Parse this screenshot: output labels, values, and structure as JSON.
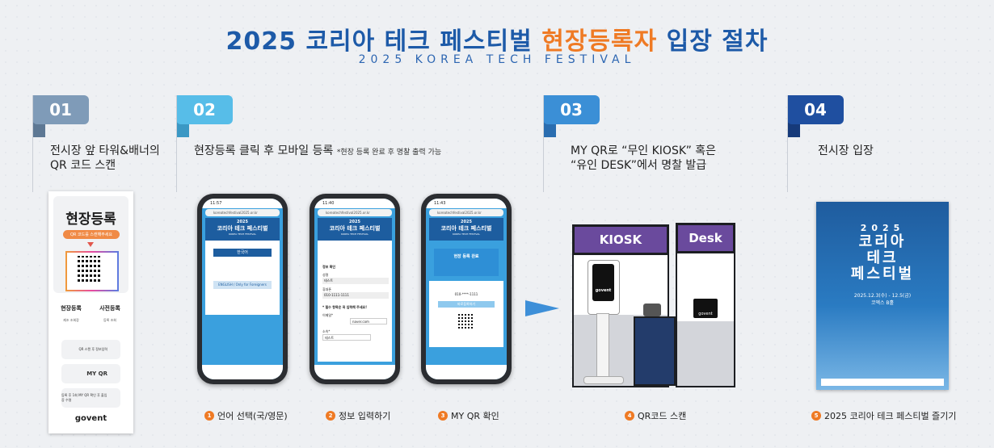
{
  "title": {
    "part1": "2025 코리아 테크 페스티벌 ",
    "highlight": "현장등록자",
    "part2": " 입장 절차"
  },
  "subtitle": "2025 KOREA TECH FESTIVAL",
  "colors": {
    "blue": "#1d5aa8",
    "orange": "#ef7a24",
    "purple": "#6a4a9d"
  },
  "steps": [
    {
      "num": "01",
      "text1": "전시장 앞 타워&배너의",
      "text2": "QR 코드 스캔",
      "color": "#7f9bb8"
    },
    {
      "num": "02",
      "text1": "현장등록 클릭 후 모바일 등록",
      "note": "*현장 등록 완료 후 명찰 출력 가능",
      "color": "#57bde8"
    },
    {
      "num": "03",
      "text1": "MY QR로 “무인 KIOSK” 혹은",
      "text2": "“유인 DESK”에서 명찰 발급",
      "color": "#3b8fd6"
    },
    {
      "num": "04",
      "text1": "전시장 입장",
      "color": "#1f4fa0"
    }
  ],
  "banner": {
    "title": "현장등록",
    "pill": "QR 코드를 스캔해주세요",
    "col1": "현장등록",
    "col1_sub": "제조 조회장",
    "col2": "사전등록",
    "col2_sub": "등록 조회",
    "card1": "QR 스캔 후 정보입력",
    "card2": "MY QR",
    "card3": "등록 후 1회 MY QR 확인 후 출입증 수령",
    "logo": "govent"
  },
  "phones": [
    {
      "time": "11:57",
      "url": "koreatechfestival2025.or.kr",
      "hero": "코리아 테크 페스티벌",
      "heroTop": "2025",
      "heroSub": "KOREA TECH FESTIVAL",
      "btn": "한국어",
      "alt": "ENGLISH / Only for Foreigners"
    },
    {
      "time": "11:40",
      "url": "koreatechfestival2025.or.kr",
      "hero": "코리아 테크 페스티벌",
      "heroTop": "2025",
      "heroSub": "KOREA TECH FESTIVAL",
      "sec": "정보 확인",
      "f1": "성명",
      "v1": "테스트",
      "f2": "휴대폰",
      "v2": "010-1111-1111",
      "req": "* 필수 항목은 꼭 입력해 주세요!",
      "f3": "이메일*",
      "v3": "naver.com",
      "f4": "소속*",
      "v4": "테스트"
    },
    {
      "time": "11:43",
      "url": "koreatechfestival2025.or.kr",
      "hero": "코리아 테크 페스티벌",
      "heroTop": "2025",
      "heroSub": "KOREA TECH FESTIVAL",
      "done": "현장 등록 완료",
      "id": "010-****-1111",
      "btn": "바로등록하기"
    }
  ],
  "booths": {
    "kiosk": "KIOSK",
    "desk": "Desk",
    "logo": "govent"
  },
  "poster": {
    "year": "2025",
    "line1": "코리아",
    "line2": "테크",
    "line3": "페스티벌",
    "date": "2025.12.3(수) - 12.5(금)",
    "venue": "코엑스 B홀"
  },
  "captions": [
    {
      "n": "1",
      "text": "언어 선택(국/영문)"
    },
    {
      "n": "2",
      "text": "정보 입력하기"
    },
    {
      "n": "3",
      "text": "MY QR 확인"
    },
    {
      "n": "4",
      "text": "QR코드 스캔"
    },
    {
      "n": "5",
      "text": "2025 코리아 테크 페스티벌 즐기기"
    }
  ]
}
